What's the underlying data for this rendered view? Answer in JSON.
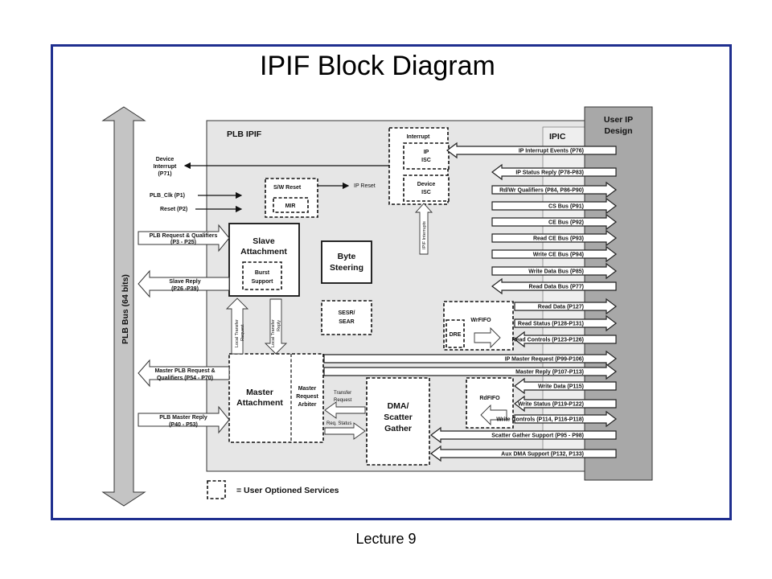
{
  "title": "IPIF Block Diagram",
  "footer": "Lecture 9",
  "colors": {
    "frame": "#1f2f8f",
    "ipif_fill": "#e6e6e6",
    "user_ip_fill": "#a8a8a8",
    "bus_fill": "#c4c4c4"
  },
  "plb_bus": "PLB Bus (64 bits)",
  "plb_ipif": "PLB IPIF",
  "ipic": "IPIC",
  "user_ip": {
    "line1": "User IP",
    "line2": "Design"
  },
  "interrupt": {
    "title": "Interrupt",
    "ip_isc_1": "IP",
    "ip_isc_2": "ISC",
    "dev_isc_1": "Device",
    "dev_isc_2": "ISC",
    "ipif_interrupts": "IPIF Interrupts"
  },
  "sw_reset": "S/W Reset",
  "mir": "MIR",
  "ip_reset": "IP Reset",
  "slave_attachment": {
    "line1": "Slave",
    "line2": "Attachment"
  },
  "burst_support": {
    "line1": "Burst",
    "line2": "Support"
  },
  "byte_steering": {
    "line1": "Byte",
    "line2": "Steering"
  },
  "sesr": {
    "line1": "SESR/",
    "line2": "SEAR"
  },
  "wrfifo": "WrFIFO",
  "dre": "DRE",
  "rdfifo": "RdFIFO",
  "master_attachment": {
    "line1": "Master",
    "line2": "Attachment"
  },
  "arbiter": {
    "line1": "Master",
    "line2": "Request",
    "line3": "Arbiter"
  },
  "dma": {
    "line1": "DMA/",
    "line2": "Scatter",
    "line3": "Gather"
  },
  "local_transfer_request": {
    "line1": "Local Transfer",
    "line2": "Request"
  },
  "local_transfer_reply": {
    "line1": "Local Transfer",
    "line2": "Reply"
  },
  "transfer_request": {
    "line1": "Transfer",
    "line2": "Request"
  },
  "req_status": "Req. Status",
  "left_signals": {
    "device_interrupt": {
      "line1": "Device",
      "line2": "Interrupt",
      "line3": "(P71)"
    },
    "plb_clk": "PLB_Clk (P1)",
    "reset": "Reset (P2)",
    "plb_request": {
      "line1": "PLB Request & Qualifiers",
      "line2": "(P3 - P25)"
    },
    "slave_reply": {
      "line1": "Slave Reply",
      "line2": "(P26 -P39)"
    },
    "master_plb_request": {
      "line1": "Master PLB Request &",
      "line2": "Qualifiers (P54 - P70)"
    },
    "plb_master_reply": {
      "line1": "PLB Master Reply",
      "line2": "(P40 - P53)"
    }
  },
  "right_signals": [
    "IP Interrupt Events (P76)",
    "IP Status Reply (P78-P83)",
    "Rd/Wr Qualifiers (P84, P86-P90)",
    "CS Bus (P91)",
    "CE Bus (P92)",
    "Read CE Bus (P93)",
    "Write CE Bus (P94)",
    "Write Data Bus (P85)",
    "Read Data Bus (P77)",
    "Read Data (P127)",
    "Read Status (P128-P131)",
    "Read Controls (P123-P126)",
    "IP Master Request (P99-P106)",
    "Master Reply (P107-P113)",
    "Write Data (P115)",
    "Write Status (P119-P122)",
    "Write Controls (P114, P116-P118)",
    "Scatter Gather Support (P95 - P98)",
    "Aux DMA Support (P132, P133)"
  ],
  "legend": "= User Optioned Services"
}
